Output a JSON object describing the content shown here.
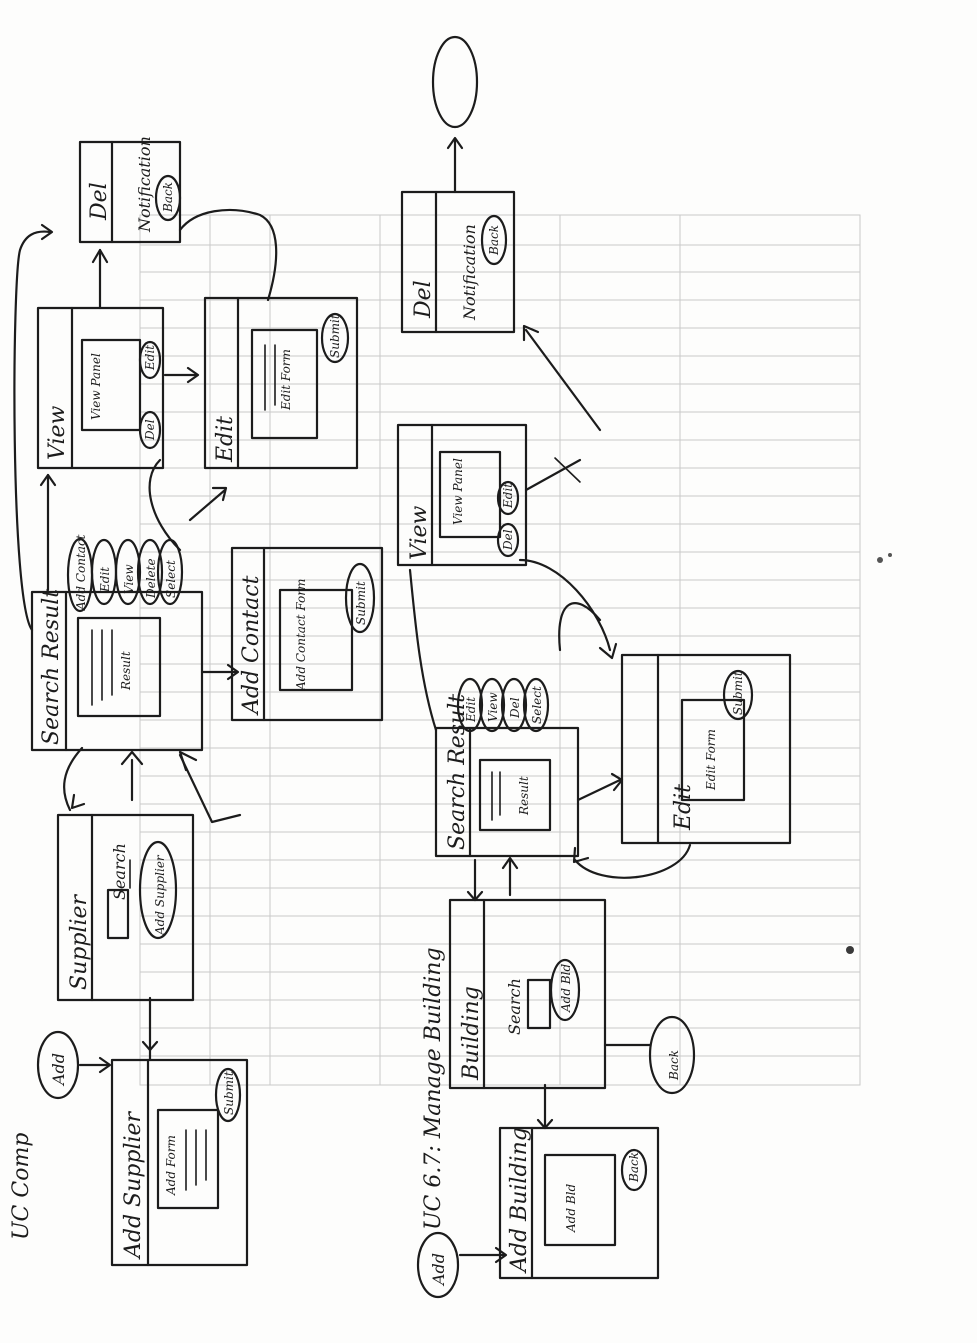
{
  "colors": {
    "ink": "#1c1c1c",
    "paper": "#fdfdfc",
    "bleed": "#c2c2c2"
  },
  "labels": {
    "uc_top": "UC Comp",
    "uc_bottom": "UC 6.7: Manage Building",
    "add_1": "Add",
    "add_2": "Add",
    "add_supplier": "Add Supplier",
    "add_form": "Add Form",
    "submit_1": "Submit",
    "supplier": "Supplier",
    "search_1": "Search",
    "add_supplier_btn": "Add Supplier",
    "search_result_1": "Search Result",
    "result_1": "Result",
    "add_contact_pill": "Add Contact",
    "edit_pill": "Edit",
    "view_pill": "View",
    "delete_pill": "Delete",
    "select_pill": "Select",
    "add_contact": "Add Contact",
    "add_contact_form": "Add Contact Form",
    "submit_2": "Submit",
    "view_1": "View",
    "view_panel_1": "View Panel",
    "edit_btn_1": "Edit",
    "del_btn_1": "Del",
    "edit_1": "Edit",
    "edit_form_1": "Edit Form",
    "submit_3": "Submit",
    "del_1": "Del",
    "notification_1": "Notification",
    "back_1": "Back",
    "building": "Building",
    "search_2": "Search",
    "add_bld": "Add Bld",
    "search_result_2": "Search Result",
    "result_2": "Result",
    "edit_pill_2": "Edit",
    "view_pill_2": "View",
    "del_pill_2": "Del",
    "select_pill_2": "Select",
    "view_2": "View",
    "view_panel_2": "View Panel",
    "edit_btn_2": "Edit",
    "del_btn_2": "Del",
    "edit_2": "Edit",
    "edit_form_2": "Edit Form",
    "submit_4": "Submit",
    "del_2": "Del",
    "notification_2": "Notification",
    "back_2": "Back",
    "back_3": "Back",
    "add_building": "Add Building",
    "add_bld_form": "Add Bld",
    "back_4": "Back"
  }
}
